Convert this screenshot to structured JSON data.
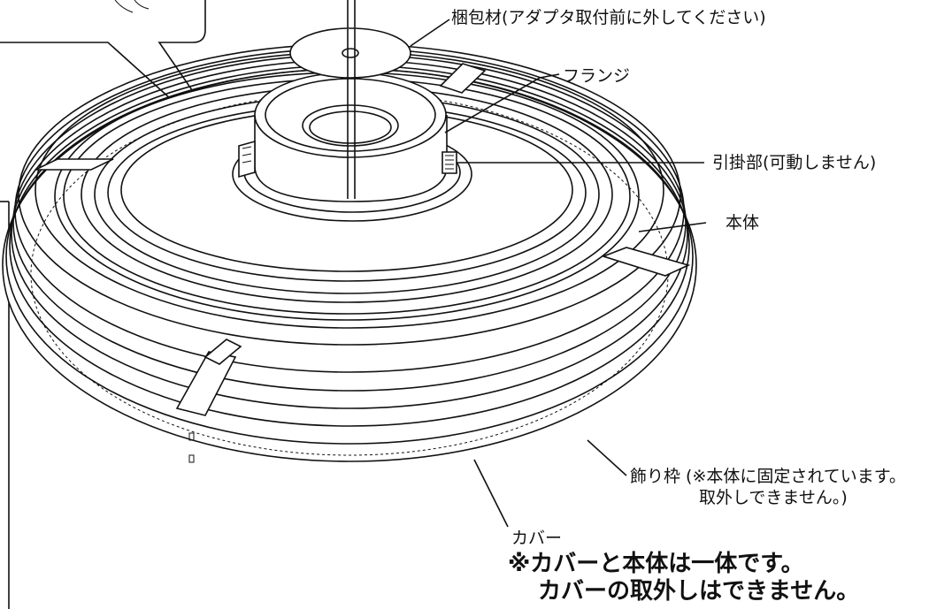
{
  "labels": {
    "packing": "梱包材(アダプタ取付前に外してください)",
    "flange": "フランジ",
    "hook": "引掛部(可動しません)",
    "body": "本体",
    "frame_line1": "飾り枠 (※本体に固定されています。",
    "frame_line2": "取外しできません。)",
    "cover": "カバー"
  },
  "note": {
    "line1": "※カバーと本体は一体です。",
    "line2": "カバーの取外しはできません。"
  }
}
